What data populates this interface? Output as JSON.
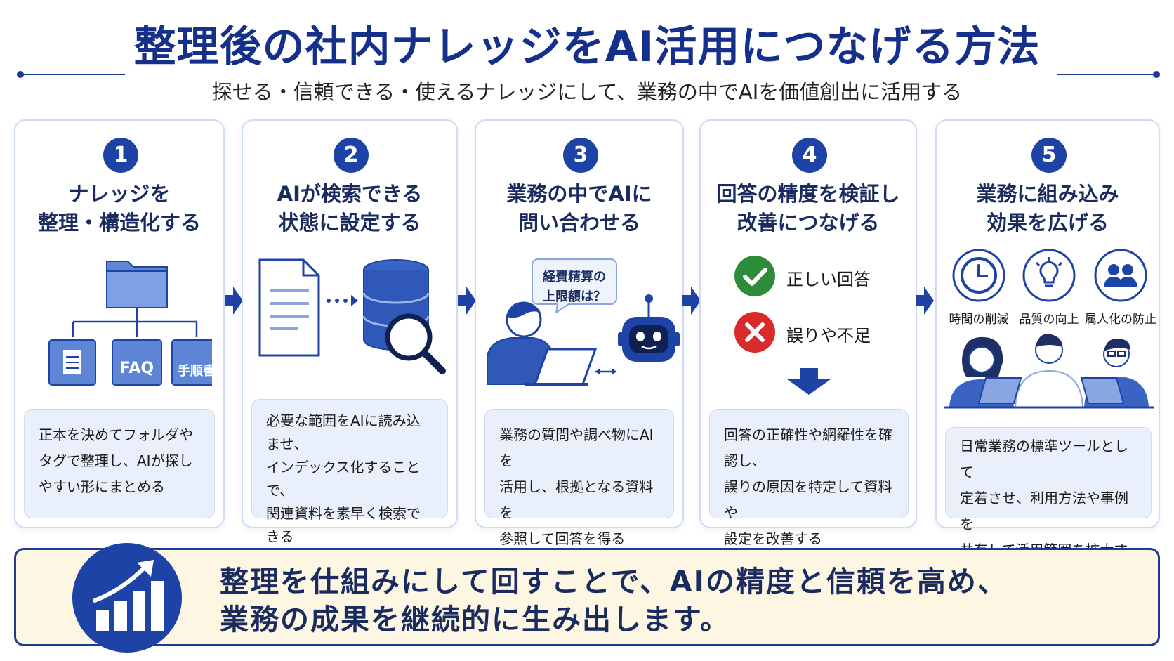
{
  "header": {
    "title": "整理後の社内ナレッジをAI活用につなげる方法",
    "subtitle": "探せる・信頼できる・使えるナレッジにして、業務の中でAIを価値創出に活用する"
  },
  "steps": [
    {
      "number": "1",
      "title": "ナレッジを\n整理・構造化する",
      "faq_label": "FAQ",
      "manual_label": "手順書",
      "description": "正本を決めてフォルダや\nタグで整理し、AIが探し\nやすい形にまとめる"
    },
    {
      "number": "2",
      "title": "AIが検索できる\n状態に設定する",
      "description": "必要な範囲をAIに読み込ませ、\nインデックス化することで、\n関連資料を素早く検索できる\nようにする"
    },
    {
      "number": "3",
      "title": "業務の中でAIに\n問い合わせる",
      "bubble_line1": "経費精算の",
      "bubble_line2": "上限額は？",
      "description": "業務の質問や調べ物にAIを\n活用し、根拠となる資料を\n参照して回答を得る"
    },
    {
      "number": "4",
      "title": "回答の精度を検証し\n改善につなげる",
      "correct_label": "正しい回答",
      "wrong_label": "誤りや不足",
      "description": "回答の正確性や網羅性を確認し、\n誤りの原因を特定して資料や\n設定を改善する"
    },
    {
      "number": "5",
      "title": "業務に組み込み\n効果を広げる",
      "benefits": [
        "時間の削減",
        "品質の向上",
        "属人化の防止"
      ],
      "description": "日常業務の標準ツールとして\n定着させ、利用方法や事例を\n共有して活用範囲を拡大する"
    }
  ],
  "banner": {
    "line1": "整理を仕組みにして回すことで、AIの精度と信頼を高め、",
    "line2": "業務の成果を継続的に生み出します。"
  },
  "colors": {
    "primary": "#1d43a6",
    "title": "#15308a",
    "card_border": "#cfdcf2",
    "desc_bg": "#e9f0fb",
    "banner_bg": "#fdf6e3",
    "success": "#2e8b3a",
    "error": "#d92b2b"
  }
}
